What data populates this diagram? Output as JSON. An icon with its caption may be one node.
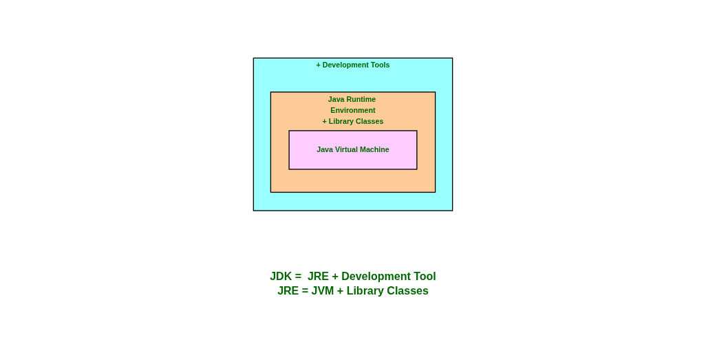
{
  "diagram": {
    "nodes": [
      {
        "text": [
          "+ Development Tools"
        ]
      },
      {
        "text": [
          "Java Runtime Environment",
          "+ Library Classes"
        ],
        "in": 0
      },
      {
        "text": [
          "Java Virtual Machine"
        ],
        "in": 1
      }
    ],
    "labels": [
      "JDK =  JRE + Development Tool",
      "JRE = JVM + Library Classes"
    ]
  }
}
